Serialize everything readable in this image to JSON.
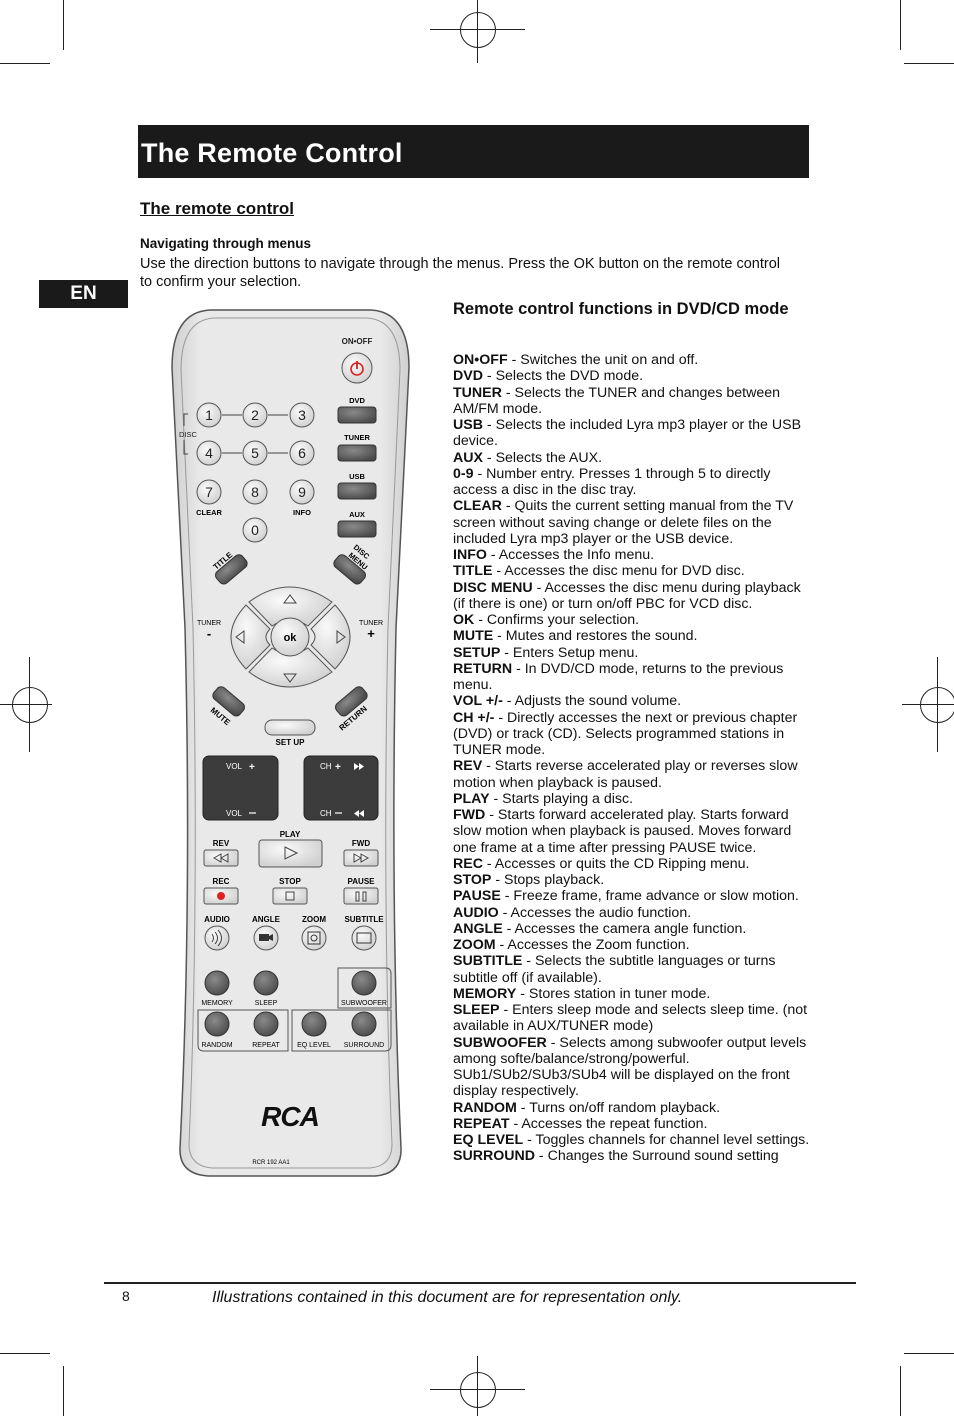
{
  "header": {
    "title": "The Remote Control"
  },
  "section": {
    "title": "The remote control",
    "nav_heading": "Navigating through menus",
    "nav_text": "Use the direction buttons to navigate through the menus. Press the OK button on the remote control to confirm your selection."
  },
  "language_tab": "EN",
  "functions": {
    "heading": "Remote control functions in DVD/CD mode",
    "items": [
      {
        "key": "ON•OFF",
        "desc": " - Switches the unit on and off."
      },
      {
        "key": "DVD",
        "desc": " - Selects the DVD mode."
      },
      {
        "key": "TUNER",
        "desc": " - Selects the TUNER and changes between AM/FM mode."
      },
      {
        "key": "USB",
        "desc": "  - Selects the included Lyra mp3 player or the USB device."
      },
      {
        "key": "AUX",
        "desc": " - Selects the AUX."
      },
      {
        "key": "0-9",
        "desc": " - Number entry. Presses 1 through 5 to directly access a disc in the disc tray."
      },
      {
        "key": "CLEAR",
        "desc": " - Quits the current setting manual from the TV screen without saving change or delete files on the included Lyra mp3 player or the USB device."
      },
      {
        "key": "INFO",
        "desc": " - Accesses the Info menu."
      },
      {
        "key": "TITLE",
        "desc": " - Accesses the disc menu for DVD disc."
      },
      {
        "key": "DISC MENU",
        "desc": " - Accesses the disc menu during playback (if there is one) or turn on/off PBC for VCD disc."
      },
      {
        "key": "OK",
        "desc": " - Confirms your selection."
      },
      {
        "key": "MUTE",
        "desc": " - Mutes and restores the sound."
      },
      {
        "key": "SETUP",
        "desc": " - Enters Setup menu."
      },
      {
        "key": "RETURN",
        "desc": " - In DVD/CD mode, returns to the previous menu."
      },
      {
        "key": "VOL +/-",
        "desc": " - Adjusts the sound volume."
      },
      {
        "key": "CH +/-",
        "desc": "  - Directly accesses the next or previous chapter (DVD) or track (CD). Selects programmed stations in TUNER mode."
      },
      {
        "key": "REV",
        "desc": " - Starts reverse accelerated play or reverses slow motion when playback is paused."
      },
      {
        "key": "PLAY",
        "desc": " - Starts playing a disc."
      },
      {
        "key": "FWD",
        "desc": " - Starts forward accelerated play. Starts forward slow motion when playback is paused. Moves forward one frame at a time after pressing PAUSE twice."
      },
      {
        "key": "REC",
        "desc": " - Accesses or quits the CD Ripping menu."
      },
      {
        "key": "STOP",
        "desc": " - Stops playback."
      },
      {
        "key": "PAUSE",
        "desc": " - Freeze frame, frame advance or slow motion."
      },
      {
        "key": "AUDIO",
        "desc": " - Accesses the audio function."
      },
      {
        "key": "ANGLE",
        "desc": " - Accesses the camera angle function."
      },
      {
        "key": "ZOOM",
        "desc": " - Accesses the Zoom function."
      },
      {
        "key": "SUBTITLE",
        "desc": " - Selects the subtitle languages or turns subtitle off (if available)."
      },
      {
        "key": "MEMORY",
        "desc": " - Stores station in tuner mode."
      },
      {
        "key": "SLEEP",
        "desc": " - Enters sleep mode and selects sleep time. (not available in AUX/TUNER mode)"
      },
      {
        "key": "SUBWOOFER",
        "desc": " - Selects among subwoofer output levels among softe/balance/strong/powerful. SUb1/SUb2/SUb3/SUb4 will be displayed on the front display respectively."
      },
      {
        "key": "RANDOM",
        "desc": " - Turns on/off random playback."
      },
      {
        "key": "REPEAT",
        "desc": " - Accesses the repeat function."
      },
      {
        "key": "EQ LEVEL",
        "desc": " - Toggles channels for channel level settings."
      },
      {
        "key": "SURROUND",
        "desc": " - Changes the Surround sound setting"
      }
    ]
  },
  "remote": {
    "on_off": "ON•OFF",
    "dvd": "DVD",
    "tuner": "TUNER",
    "usb": "USB",
    "aux": "AUX",
    "disc": "DISC",
    "digits": [
      "1",
      "2",
      "3",
      "4",
      "5",
      "6",
      "7",
      "8",
      "9",
      "0"
    ],
    "clear": "CLEAR",
    "info": "INFO",
    "title": "TITLE",
    "disc_menu_1": "DISC",
    "disc_menu_2": "MENU",
    "tuner_left": "TUNER",
    "tuner_right": "TUNER",
    "minus": "-",
    "plus": "+",
    "ok": "ok",
    "mute": "MUTE",
    "return": "RETURN",
    "setup": "SET UP",
    "vol_plus": "VOL",
    "vol_minus": "VOL",
    "ch_plus": "CH",
    "ch_minus": "CH",
    "rev": "REV",
    "play": "PLAY",
    "fwd": "FWD",
    "rec": "REC",
    "stop": "STOP",
    "pause": "PAUSE",
    "audio": "AUDIO",
    "angle": "ANGLE",
    "zoom": "ZOOM",
    "subtitle": "SUBTITLE",
    "memory": "MEMORY",
    "sleep": "SLEEP",
    "subwoofer": "SUBWOOFER",
    "random": "RANDOM",
    "repeat": "REPEAT",
    "eq_level": "EQ LEVEL",
    "surround": "SURROUND",
    "brand": "RCA",
    "model": "RCR 192 AA1"
  },
  "footer": {
    "page_number": "8",
    "note": "Illustrations contained in this document are for representation only."
  }
}
